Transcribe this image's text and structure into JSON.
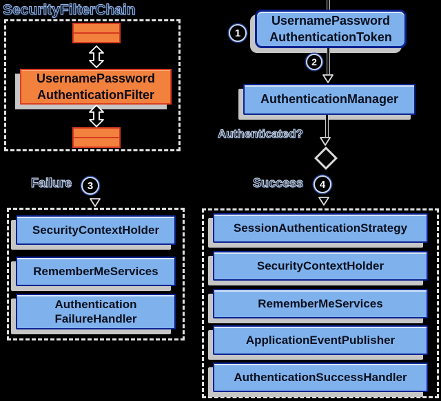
{
  "colors": {
    "background": "#000000",
    "orange_fill": "#F2813D",
    "orange_border": "#DC3D20",
    "blue_fill": "#7FB2EC",
    "navy_border": "#0B2291",
    "shadow_gray": "#C6C6C6",
    "dash_white": "#E2E2E2",
    "label_halo": "#C3D2E8"
  },
  "filter_chain": {
    "title": "SecurityFilterChain",
    "filter_box": {
      "line1": "UsernamePassword",
      "line2": "AuthenticationFilter"
    }
  },
  "auth_flow": {
    "token_box": {
      "line1": "UsernamePassword",
      "line2": "AuthenticationToken"
    },
    "manager_box": "AuthenticationManager",
    "question": "Authenticated?",
    "steps": {
      "one": "1",
      "two": "2",
      "three": "3",
      "four": "4"
    },
    "failure_label": "Failure",
    "success_label": "Success"
  },
  "failure_panel": {
    "items": [
      "SecurityContextHolder",
      "RememberMeServices",
      "Authentication FailureHandler"
    ]
  },
  "success_panel": {
    "items": [
      "SessionAuthenticationStrategy",
      "SecurityContextHolder",
      "RememberMeServices",
      "ApplicationEventPublisher",
      "AuthenticationSuccessHandler"
    ]
  }
}
